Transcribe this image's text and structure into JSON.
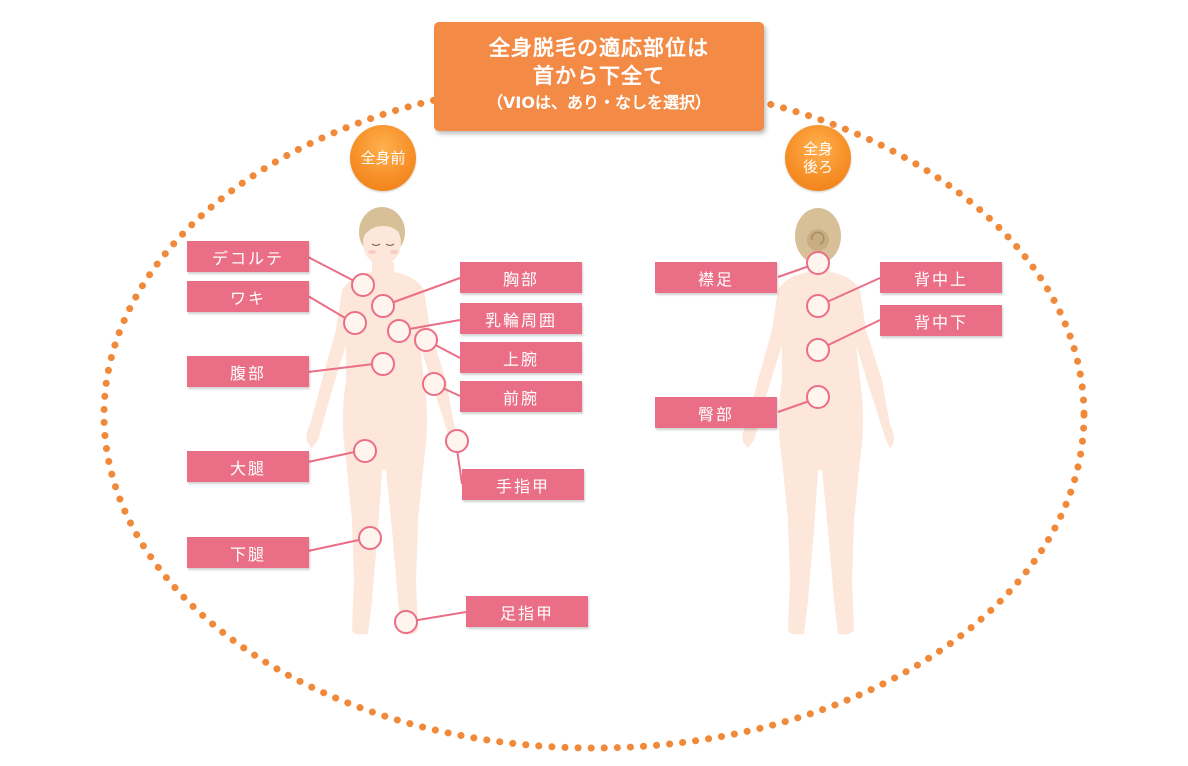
{
  "title": {
    "line1": "全身脱毛の適応部位は",
    "line2": "首から下全て",
    "line3": "（VIOは、あり・なしを選択）"
  },
  "front": {
    "badge": "全身前",
    "labels": {
      "decollete": "デコルテ",
      "waki": "ワキ",
      "belly": "腹部",
      "thigh": "大腿",
      "lower_leg": "下腿",
      "chest": "胸部",
      "areola": "乳輪周囲",
      "upper_arm": "上腕",
      "forearm": "前腕",
      "hand": "手指甲",
      "foot": "足指甲"
    }
  },
  "back": {
    "badge": "全身\n後ろ",
    "labels": {
      "nape": "襟足",
      "upper_back": "背中上",
      "lower_back": "背中下",
      "buttocks": "臀部"
    }
  },
  "colors": {
    "label_bg": "#ea6f86",
    "title_bg": "#f38a45",
    "dot_ring": "#f08a3a",
    "skin": "#fde6da",
    "hair": "#d7bf97"
  }
}
